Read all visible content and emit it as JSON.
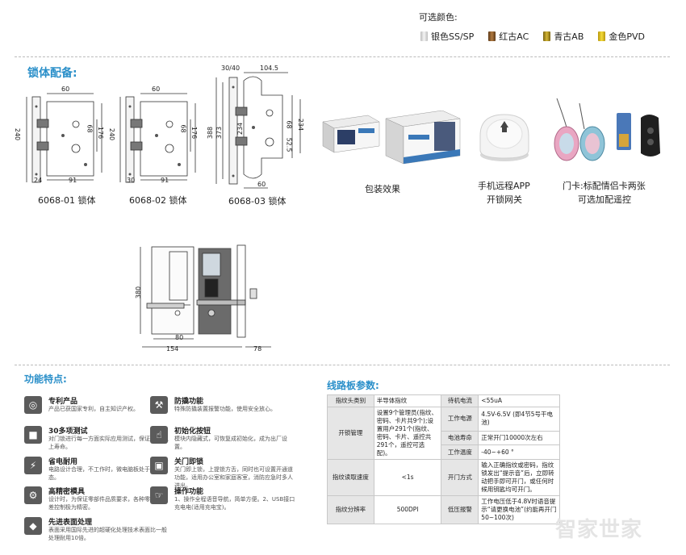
{
  "colors_section": {
    "title": "可选颜色:",
    "options": [
      {
        "label": "银色SS/SP",
        "color": "#d9d9d9"
      },
      {
        "label": "红古AC",
        "color": "#8a5a2b"
      },
      {
        "label": "青古AB",
        "color": "#b59a1e"
      },
      {
        "label": "金色PVD",
        "color": "#e2c21a"
      }
    ]
  },
  "lock_body_section": {
    "title": "锁体配备:",
    "models": [
      {
        "caption": "6068-01 锁体",
        "dims": {
          "top": "60",
          "side": "240",
          "h1": "176",
          "h2": "68",
          "bottom": "91",
          "left": "24"
        }
      },
      {
        "caption": "6068-02 锁体",
        "dims": {
          "top": "60",
          "side": "240",
          "h1": "176",
          "h2": "68",
          "bottom": "91",
          "left": "30"
        }
      },
      {
        "caption": "6068-03 锁体",
        "dims": {
          "top_a": "30/40",
          "top_b": "104.5",
          "h_a": "388",
          "h_b": "373",
          "h_c": "234",
          "h_d": "68",
          "h_e": "52.5",
          "h_f": "234",
          "bottom": "60"
        }
      }
    ],
    "accessories": [
      {
        "caption": "包装效果"
      },
      {
        "caption_line1": "手机远程APP",
        "caption_line2": "开锁网关"
      },
      {
        "caption_line1": "门卡:标配情侣卡两张",
        "caption_line2": "可选加配遥控"
      }
    ]
  },
  "lock_drawing": {
    "height": "380",
    "width_inner": "80",
    "width_outer": "154",
    "depth": "78"
  },
  "features_section": {
    "title": "功能特点:",
    "items": [
      {
        "icon": "patent-icon",
        "title": "专利产品",
        "desc": "产品已获国家专利，自主知识产权。"
      },
      {
        "icon": "anti-pry-icon",
        "title": "防撬功能",
        "desc": "特殊防撬装置报警功能，使用安全放心。"
      },
      {
        "icon": "test-icon",
        "title": "30多项测试",
        "desc": "对门锁进行每一方面实际应用测试，保证10年以上寿命。"
      },
      {
        "icon": "reset-icon",
        "title": "初始化按钮",
        "desc": "模块内隐藏式，可恢复成初始化，成为出厂设置。"
      },
      {
        "icon": "power-icon",
        "title": "省电耐用",
        "desc": "电路设计合理，不工作时，微电脑板处于休眠状态。"
      },
      {
        "icon": "lock-icon",
        "title": "关门即锁",
        "desc": "关门即上锁，上提锁方舌，同时也可设置开通道功能，适用办公室和家庭客室，消防应急时多人进出。"
      },
      {
        "icon": "mold-icon",
        "title": "高精密模具",
        "desc": "设计时，为保证零部件品质要求，各种零部件工差控制极为精密。"
      },
      {
        "icon": "operation-icon",
        "title": "操作功能",
        "desc": "1、操作全程语音导航，简单方便。2、USB接口充电电(适用充电宝)。"
      },
      {
        "icon": "diamond-icon",
        "title": "先进表面处理",
        "desc": "表面采用国际先进的超硬化处理技术表面比一般处理耐用10倍。"
      }
    ]
  },
  "board_section": {
    "title": "线路板参数:",
    "rows": [
      [
        "指纹头类别",
        "半导体指纹",
        "待机电流",
        "<55uA"
      ],
      [
        "开锁管理",
        "设置9个管理员(指纹、密码、卡片共9个);设置用户291个(指纹、密码、卡片、遥控共291个，遥控可选配)。",
        "工作电源",
        "4.5V-6.5V (即4节5号干电池)"
      ],
      [
        "",
        "",
        "电池寿命",
        "正常开门10000次左右"
      ],
      [
        "",
        "",
        "工作温度",
        "-40~+60 °"
      ],
      [
        "指纹读取速度",
        "<1s",
        "开门方式",
        "输入正确指纹或密码，指纹锁发出“提示音”后，立即转动把手即可开门，或任何时候用钥匙均可开门。"
      ],
      [
        "指纹分辨率",
        "500DPI",
        "低压报警",
        "工作电压低于4.8V时语音提示“请更换电池”(约能再开门50~100次)"
      ]
    ]
  },
  "watermark": "智家世家"
}
